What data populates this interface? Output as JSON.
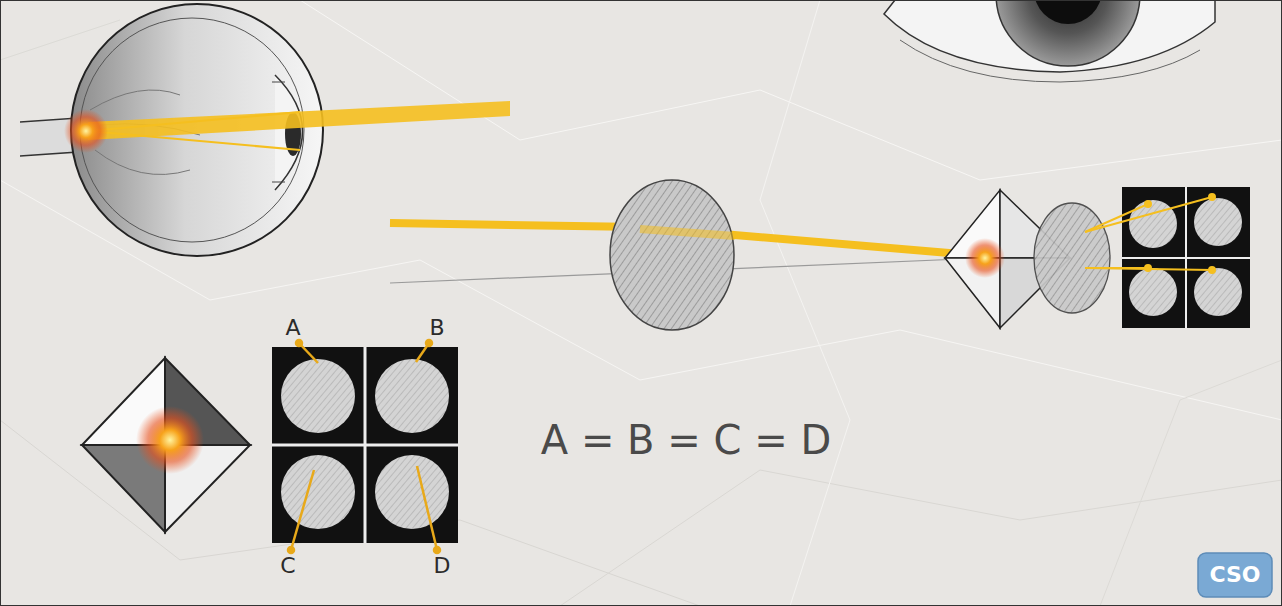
{
  "diagram": {
    "labels": [
      "A",
      "B",
      "C",
      "D",
      "A = B = C = D",
      "CSO"
    ]
  }
}
